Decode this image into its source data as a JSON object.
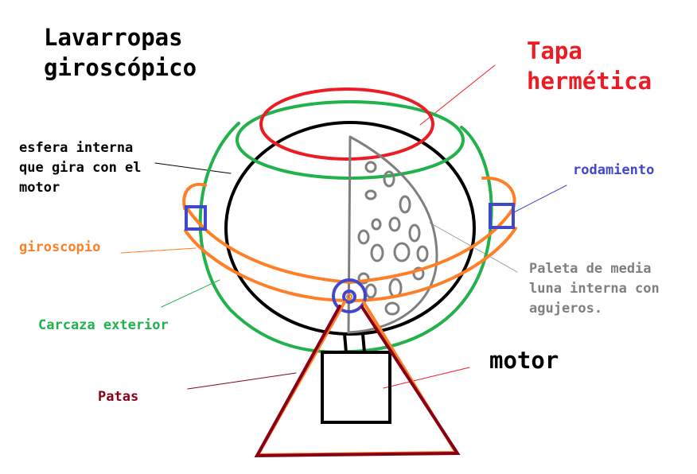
{
  "title": "Lavarropas\ngiroscópico",
  "labels": {
    "tapa": "Tapa\nhermética",
    "esfera": "esfera interna\nque gira con el\nmotor",
    "rodamiento": "rodamiento",
    "giroscopio": "giroscopio",
    "paleta": "Paleta de media\nluna interna con\nagujeros.",
    "carcaza": "Carcaza exterior",
    "motor": "motor",
    "patas": "Patas"
  },
  "colors": {
    "tapa": "#ed1c24",
    "carcaza": "#22b14c",
    "giroscopio": "#ff7f27",
    "rodamiento": "#3f48cc",
    "paleta": "#7f7f7f",
    "patas": "#880015",
    "esfera": "#000000"
  }
}
